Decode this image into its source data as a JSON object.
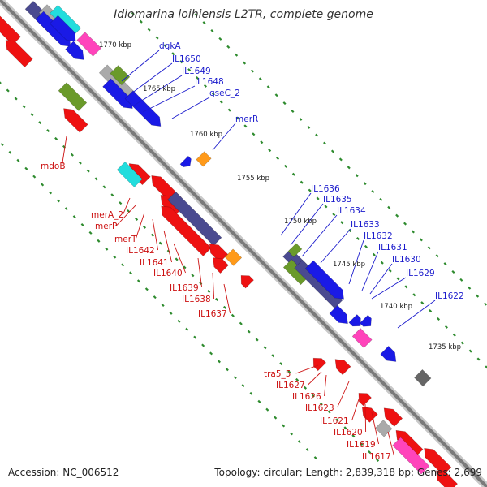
{
  "title": "Idiomarina loihiensis L2TR, complete genome",
  "footer": {
    "accession": "Accession: NC_006512",
    "summary": "Topology: circular; Length: 2,839,318 bp; Genes: 2,699"
  },
  "colors": {
    "backbone": "#7a7a7a",
    "forward_label": "#1a1acc",
    "reverse_label": "#cc1111",
    "tick": "#2e8b2e"
  },
  "scale_labels": [
    "1770 kbp",
    "1765 kbp",
    "1760 kbp",
    "1755 kbp",
    "1750 kbp",
    "1745 kbp",
    "1740 kbp",
    "1735 kbp"
  ],
  "forward_gene_labels": [
    "dgkA",
    "IL1650",
    "IL1649",
    "IL1648",
    "qseC_2",
    "merR",
    "IL1636",
    "IL1635",
    "IL1634",
    "IL1633",
    "IL1632",
    "IL1631",
    "IL1630",
    "IL1629",
    "IL1622"
  ],
  "reverse_gene_labels": [
    "mdoB",
    "merA_2",
    "merP",
    "merT",
    "IL1642",
    "IL1641",
    "IL1640",
    "IL1639",
    "IL1638",
    "IL1637",
    "tra5_5",
    "IL1627",
    "IL1626",
    "IL1623",
    "IL1621",
    "IL1620",
    "IL1619",
    "IL1617"
  ]
}
